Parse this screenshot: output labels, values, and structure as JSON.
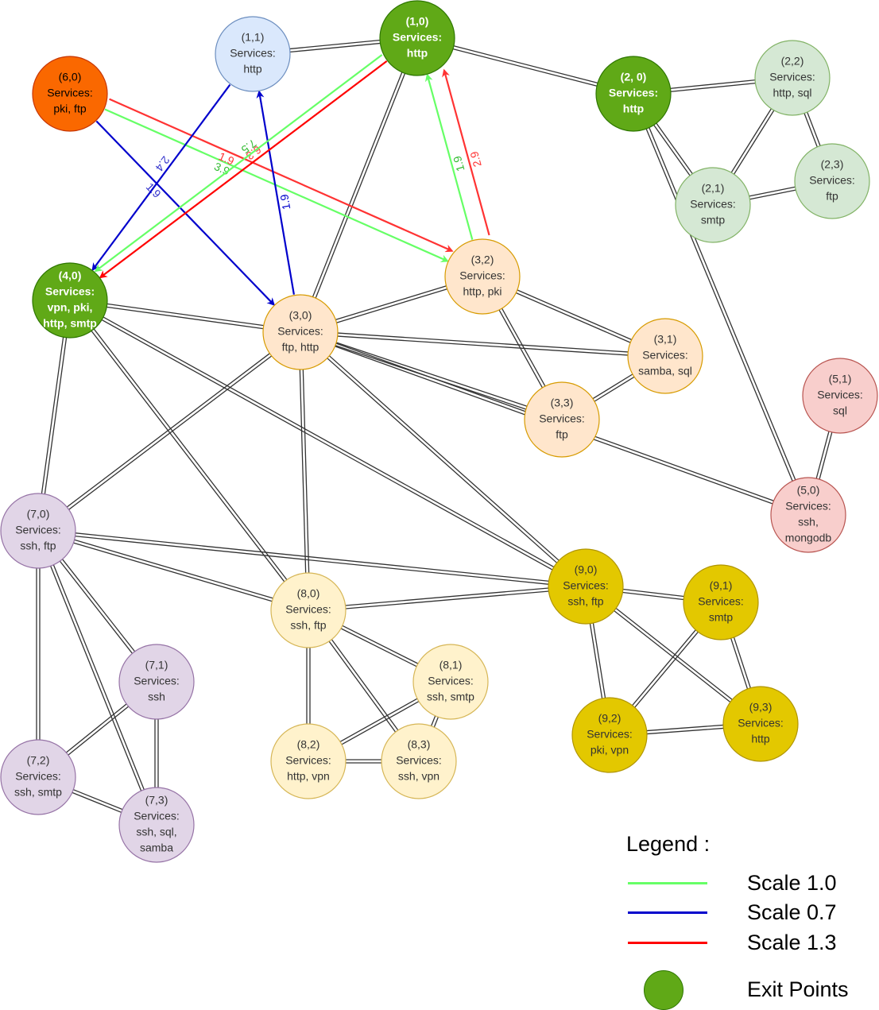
{
  "nodes": [
    {
      "id": "1,1",
      "lines": [
        "(1,1)",
        "Services:",
        "http"
      ],
      "fill": "#dae8fc",
      "stroke": "#6c8ebf",
      "text": "#333333",
      "bold": false
    },
    {
      "id": "1,0",
      "lines": [
        "(1,0)",
        "Services:",
        "http"
      ],
      "fill": "#60a917",
      "stroke": "#2d7600",
      "text": "#ffffff",
      "bold": true
    },
    {
      "id": "6,0",
      "lines": [
        "(6,0)",
        "Services:",
        "pki, ftp"
      ],
      "fill": "#fa6800",
      "stroke": "#c73500",
      "text": "#000000",
      "bold": false
    },
    {
      "id": "2,0",
      "lines": [
        "(2, 0)",
        "Services:",
        "http"
      ],
      "fill": "#60a917",
      "stroke": "#2d7600",
      "text": "#ffffff",
      "bold": true
    },
    {
      "id": "2,2",
      "lines": [
        "(2,2)",
        "Services:",
        "http, sql"
      ],
      "fill": "#d5e8d4",
      "stroke": "#82b366",
      "text": "#333333",
      "bold": false
    },
    {
      "id": "2,3",
      "lines": [
        "(2,3)",
        "Services:",
        "ftp"
      ],
      "fill": "#d5e8d4",
      "stroke": "#82b366",
      "text": "#333333",
      "bold": false
    },
    {
      "id": "2,1",
      "lines": [
        "(2,1)",
        "Services:",
        "smtp"
      ],
      "fill": "#d5e8d4",
      "stroke": "#82b366",
      "text": "#333333",
      "bold": false
    },
    {
      "id": "4,0",
      "lines": [
        "(4,0)",
        "Services:",
        "vpn, pki,",
        "http, smtp"
      ],
      "fill": "#60a917",
      "stroke": "#2d7600",
      "text": "#ffffff",
      "bold": true
    },
    {
      "id": "3,2",
      "lines": [
        "(3,2)",
        "Services:",
        "http, pki"
      ],
      "fill": "#ffe6cc",
      "stroke": "#d79b00",
      "text": "#333333",
      "bold": false
    },
    {
      "id": "3,0",
      "lines": [
        "(3,0)",
        "Services:",
        "ftp, http"
      ],
      "fill": "#ffe6cc",
      "stroke": "#d79b00",
      "text": "#333333",
      "bold": false
    },
    {
      "id": "3,1",
      "lines": [
        "(3,1)",
        "Services:",
        "samba, sql"
      ],
      "fill": "#ffe6cc",
      "stroke": "#d79b00",
      "text": "#333333",
      "bold": false
    },
    {
      "id": "3,3",
      "lines": [
        "(3,3)",
        "Services:",
        "ftp"
      ],
      "fill": "#ffe6cc",
      "stroke": "#d79b00",
      "text": "#333333",
      "bold": false
    },
    {
      "id": "5,1",
      "lines": [
        "(5,1)",
        "Services:",
        "sql"
      ],
      "fill": "#f8cecc",
      "stroke": "#b85450",
      "text": "#333333",
      "bold": false
    },
    {
      "id": "5,0",
      "lines": [
        "(5,0)",
        "Services:",
        "ssh,",
        "mongodb"
      ],
      "fill": "#f8cecc",
      "stroke": "#b85450",
      "text": "#333333",
      "bold": false
    },
    {
      "id": "7,0",
      "lines": [
        "(7,0)",
        "Services:",
        "ssh, ftp"
      ],
      "fill": "#e1d5e7",
      "stroke": "#9673a6",
      "text": "#333333",
      "bold": false
    },
    {
      "id": "9,0",
      "lines": [
        "(9,0)",
        "Services:",
        "ssh, ftp"
      ],
      "fill": "#e3c800",
      "stroke": "#b09500",
      "text": "#333333",
      "bold": false
    },
    {
      "id": "9,1",
      "lines": [
        "(9,1)",
        "Services:",
        "smtp"
      ],
      "fill": "#e3c800",
      "stroke": "#b09500",
      "text": "#333333",
      "bold": false
    },
    {
      "id": "8,0",
      "lines": [
        "(8,0)",
        "Services:",
        "ssh, ftp"
      ],
      "fill": "#fff2cc",
      "stroke": "#d6b656",
      "text": "#333333",
      "bold": false
    },
    {
      "id": "7,1",
      "lines": [
        "(7,1)",
        "Services:",
        "ssh"
      ],
      "fill": "#e1d5e7",
      "stroke": "#9673a6",
      "text": "#333333",
      "bold": false
    },
    {
      "id": "8,1",
      "lines": [
        "(8,1)",
        "Services:",
        "ssh, smtp"
      ],
      "fill": "#fff2cc",
      "stroke": "#d6b656",
      "text": "#333333",
      "bold": false
    },
    {
      "id": "9,2",
      "lines": [
        "(9,2)",
        "Services:",
        "pki, vpn"
      ],
      "fill": "#e3c800",
      "stroke": "#b09500",
      "text": "#333333",
      "bold": false
    },
    {
      "id": "9,3",
      "lines": [
        "(9,3)",
        "Services:",
        "http"
      ],
      "fill": "#e3c800",
      "stroke": "#b09500",
      "text": "#333333",
      "bold": false
    },
    {
      "id": "7,2",
      "lines": [
        "(7,2)",
        "Services:",
        "ssh, smtp"
      ],
      "fill": "#e1d5e7",
      "stroke": "#9673a6",
      "text": "#333333",
      "bold": false
    },
    {
      "id": "8,2",
      "lines": [
        "(8,2)",
        "Services:",
        "http, vpn"
      ],
      "fill": "#fff2cc",
      "stroke": "#d6b656",
      "text": "#333333",
      "bold": false
    },
    {
      "id": "8,3",
      "lines": [
        "(8,3)",
        "Services:",
        "ssh, vpn"
      ],
      "fill": "#fff2cc",
      "stroke": "#d6b656",
      "text": "#333333",
      "bold": false
    },
    {
      "id": "7,3",
      "lines": [
        "(7,3)",
        "Services:",
        "ssh, sql,",
        "samba"
      ],
      "fill": "#e1d5e7",
      "stroke": "#9673a6",
      "text": "#333333",
      "bold": false
    }
  ],
  "links": [
    [
      "1,1",
      "1,0"
    ],
    [
      "1,0",
      "2,0"
    ],
    [
      "1,0",
      "3,0"
    ],
    [
      "2,0",
      "2,2"
    ],
    [
      "2,0",
      "2,1"
    ],
    [
      "2,0",
      "5,0"
    ],
    [
      "2,2",
      "2,1"
    ],
    [
      "2,2",
      "2,3"
    ],
    [
      "2,1",
      "2,3"
    ],
    [
      "4,0",
      "3,0"
    ],
    [
      "4,0",
      "9,0"
    ],
    [
      "4,0",
      "8,0"
    ],
    [
      "4,0",
      "7,0"
    ],
    [
      "3,0",
      "3,2"
    ],
    [
      "3,0",
      "3,1"
    ],
    [
      "3,0",
      "3,3"
    ],
    [
      "3,0",
      "5,0"
    ],
    [
      "3,0",
      "7,0"
    ],
    [
      "3,0",
      "8,0"
    ],
    [
      "3,0",
      "9,0"
    ],
    [
      "3,2",
      "3,1"
    ],
    [
      "3,2",
      "3,3"
    ],
    [
      "3,1",
      "3,3"
    ],
    [
      "5,1",
      "5,0"
    ],
    [
      "7,0",
      "9,0"
    ],
    [
      "7,0",
      "8,0"
    ],
    [
      "7,0",
      "7,1"
    ],
    [
      "7,0",
      "7,2"
    ],
    [
      "7,0",
      "7,3"
    ],
    [
      "7,1",
      "7,2"
    ],
    [
      "7,1",
      "7,3"
    ],
    [
      "7,2",
      "7,3"
    ],
    [
      "8,0",
      "9,0"
    ],
    [
      "8,0",
      "8,1"
    ],
    [
      "8,0",
      "8,2"
    ],
    [
      "8,0",
      "8,3"
    ],
    [
      "8,1",
      "8,2"
    ],
    [
      "8,1",
      "8,3"
    ],
    [
      "8,2",
      "8,3"
    ],
    [
      "9,0",
      "9,1"
    ],
    [
      "9,0",
      "9,2"
    ],
    [
      "9,0",
      "9,3"
    ],
    [
      "9,1",
      "9,2"
    ],
    [
      "9,1",
      "9,3"
    ],
    [
      "9,2",
      "9,3"
    ]
  ],
  "arrows": [
    {
      "from": "6,0",
      "to": "3,2",
      "color": "#66ff66",
      "label": "3.9",
      "label_color": "#33bb33"
    },
    {
      "from": "6,0",
      "to": "3,2",
      "color": "#ff3333",
      "label": "1.9",
      "label_color": "#ff3333",
      "offset": "low"
    },
    {
      "from": "6,0",
      "to": "3,0",
      "color": "#0000cc",
      "label": "1.9",
      "label_color": "#3333cc"
    },
    {
      "from": "1,1",
      "to": "4,0",
      "color": "#0000cc",
      "label": "2.4",
      "label_color": "#3333cc"
    },
    {
      "from": "3,0",
      "to": "1,1",
      "color": "#0000cc",
      "label": "1.9",
      "label_color": "#0000cc"
    },
    {
      "from": "1,0",
      "to": "4,0",
      "color": "#ff0000",
      "label": "6.3",
      "label_color": "#ff3333"
    },
    {
      "from": "1,0",
      "to": "4,0",
      "color": "#66ff66",
      "label": "7.5",
      "label_color": "#33bb33",
      "offset": "green"
    },
    {
      "from": "3,2",
      "to": "1,0",
      "color": "#66ff66",
      "label": "1.9",
      "label_color": "#33bb33"
    },
    {
      "from": "3,2",
      "to": "1,0",
      "color": "#ff3333",
      "label": "2.9",
      "label_color": "#ff3333",
      "offset": "red"
    }
  ],
  "legend": {
    "title": "Legend :",
    "items": [
      {
        "label": "Scale 1.0",
        "color": "#66ff66"
      },
      {
        "label": "Scale 0.7",
        "color": "#0000cc"
      },
      {
        "label": "Scale 1.3",
        "color": "#ff0000"
      }
    ],
    "exit_label": "Exit Points",
    "exit_color": "#60a917"
  }
}
